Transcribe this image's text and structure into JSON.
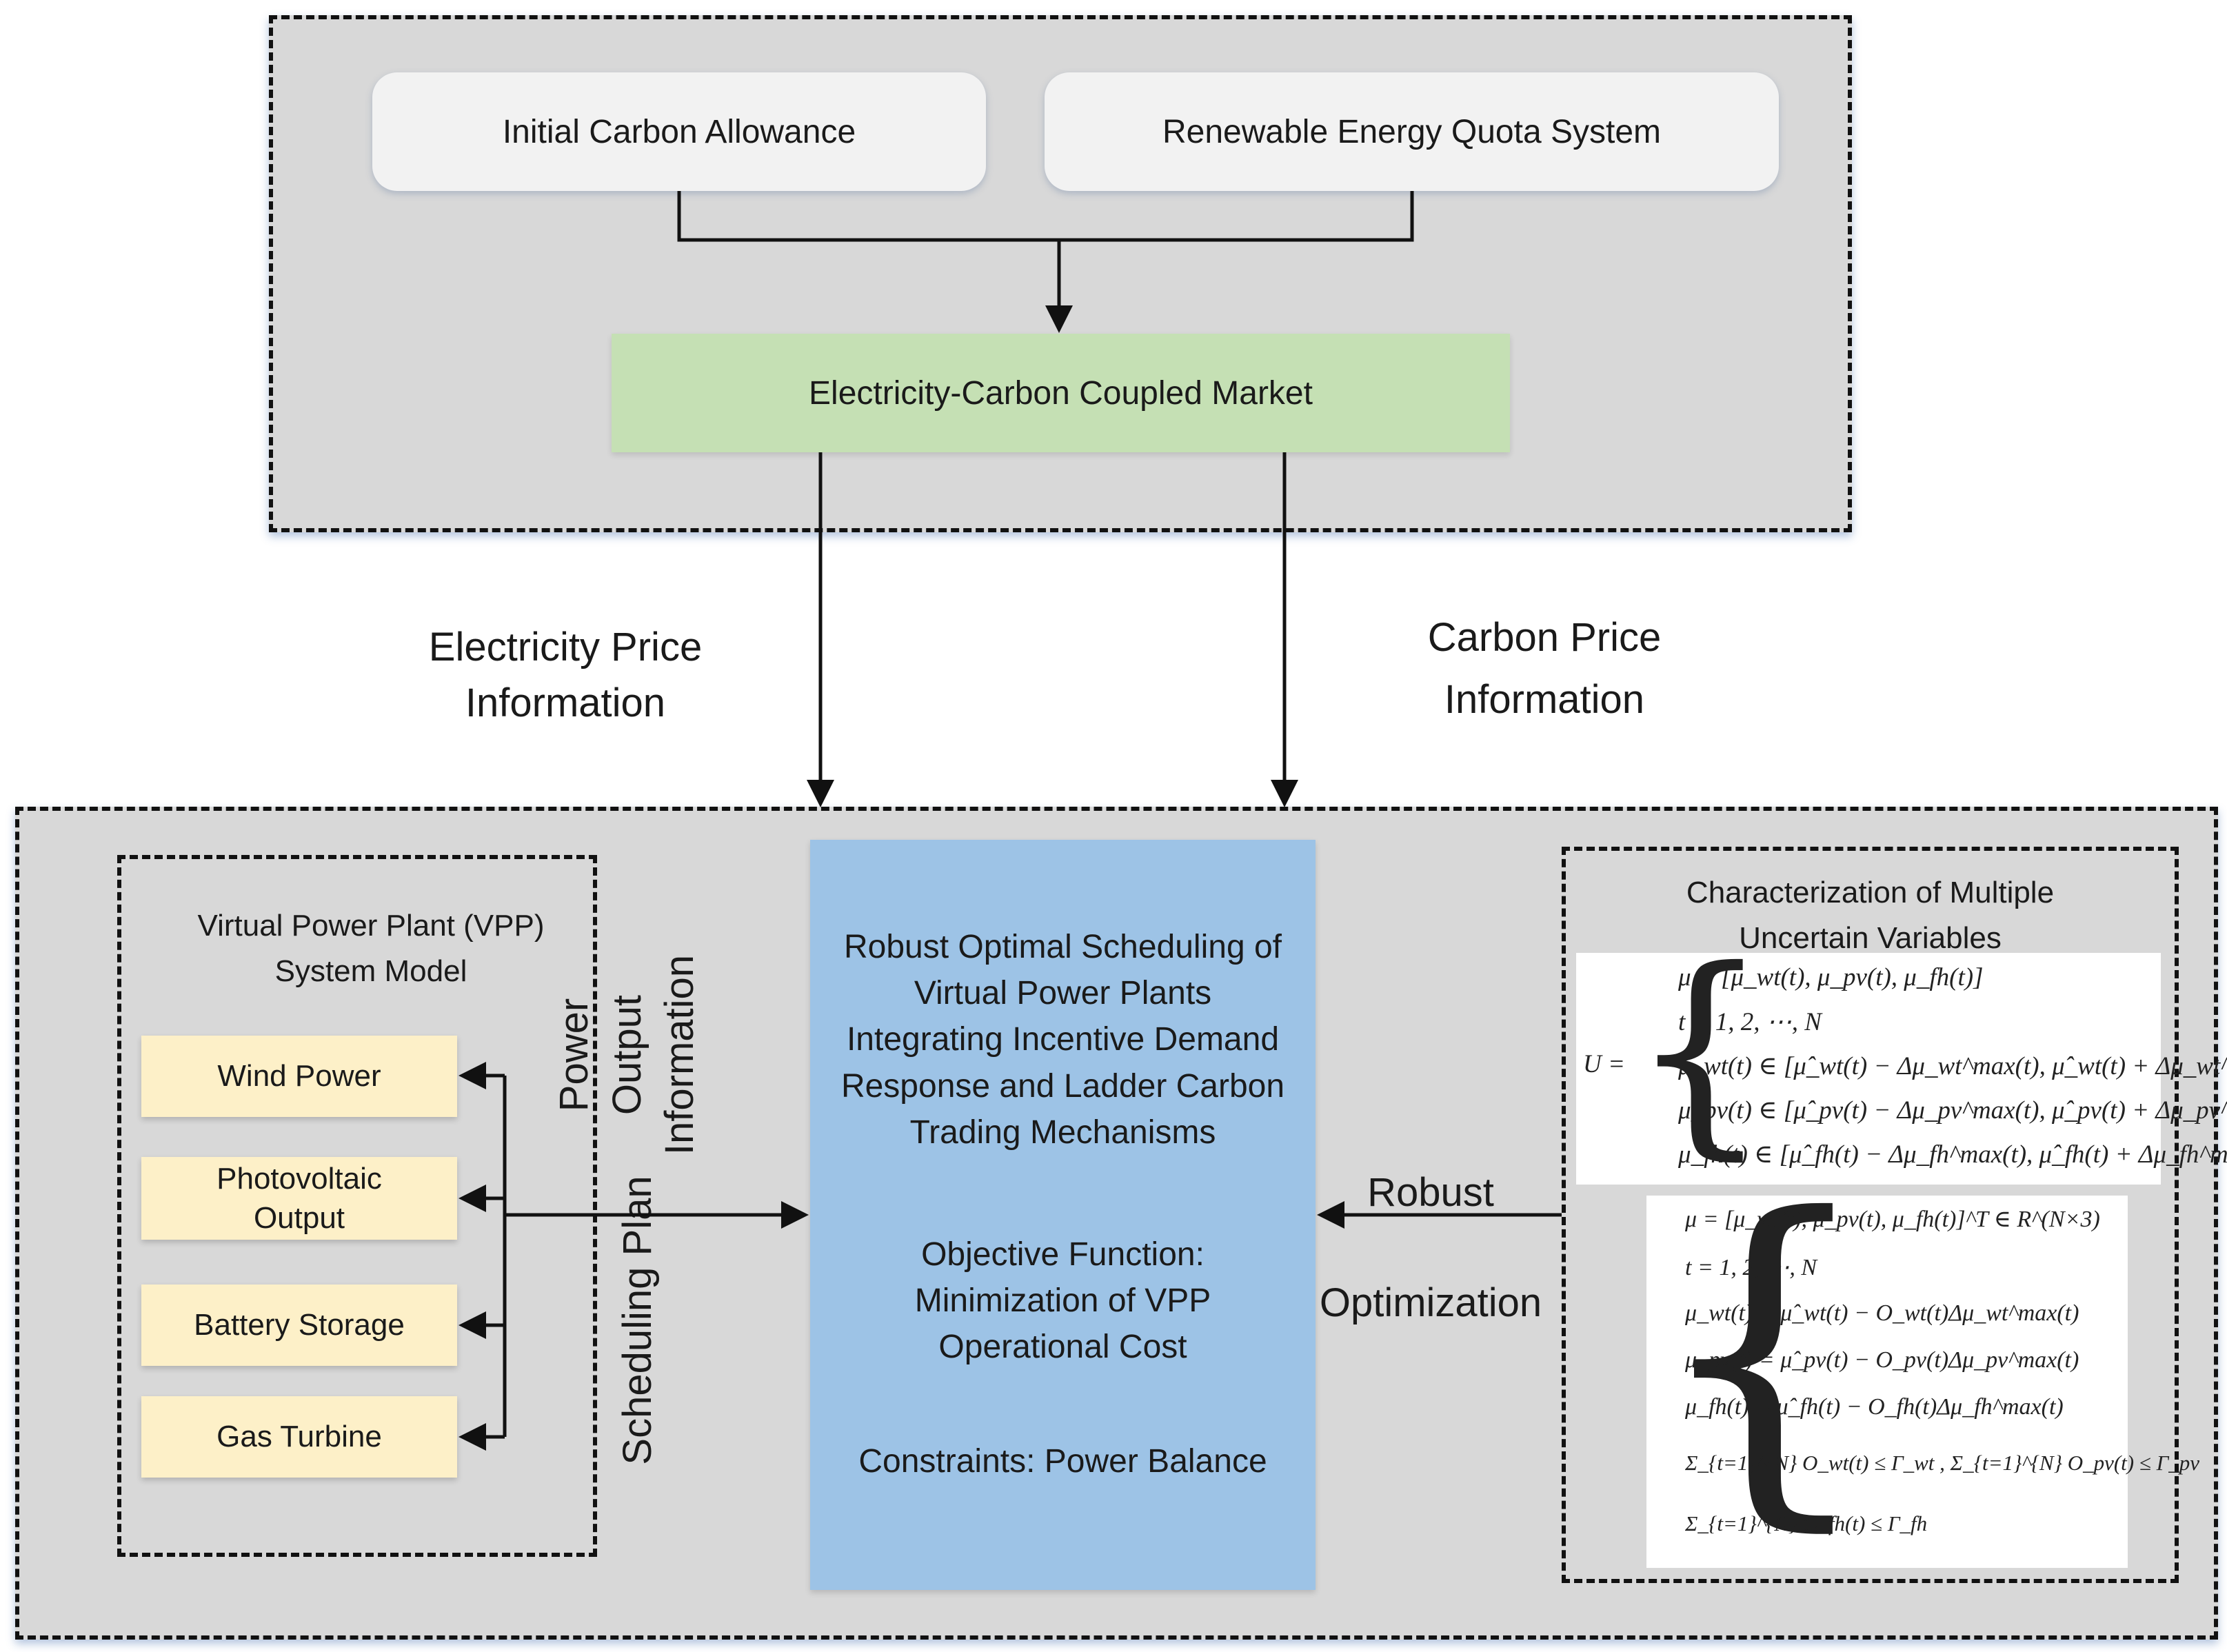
{
  "top_group": {
    "initial_carbon_allowance": "Initial Carbon Allowance",
    "renewable_quota": "Renewable Energy Quota System",
    "coupled_market": "Electricity-Carbon Coupled Market"
  },
  "flow_labels": {
    "electricity_price": [
      "Electricity Price",
      "Information"
    ],
    "carbon_price": [
      "Carbon Price",
      "Information"
    ],
    "power_output": [
      "Power",
      "Output",
      "Information"
    ],
    "scheduling_plan": "Scheduling Plan",
    "robust_optimization": [
      "Robust",
      "Optimization"
    ]
  },
  "vpp_model": {
    "title": [
      "Virtual Power Plant (VPP)",
      "System Model"
    ],
    "components": [
      {
        "label": [
          "Wind Power"
        ]
      },
      {
        "label": [
          "Photovoltaic",
          "Output"
        ]
      },
      {
        "label": [
          "Battery Storage"
        ]
      },
      {
        "label": [
          "Gas Turbine"
        ]
      }
    ]
  },
  "central_model": {
    "title_lines": [
      "Robust Optimal Scheduling of",
      "Virtual Power Plants",
      "Integrating Incentive Demand",
      "Response and Ladder Carbon",
      "Trading Mechanisms"
    ],
    "objective_lines": [
      "Objective Function:",
      "Minimization of VPP",
      "Operational Cost"
    ],
    "constraints": "Constraints: Power Balance"
  },
  "uncertainty": {
    "title": [
      "Characterization of Multiple",
      "Uncertain Variables"
    ],
    "set1_lhs": "U =",
    "set1": [
      "μ = [μ_wt(t), μ_pv(t), μ_fh(t)]",
      "t = 1, 2, ⋯, N",
      "μ_wt(t) ∈ [μ̂_wt(t) − Δμ_wt^max(t), μ̂_wt(t) + Δμ_wt^max(t)]",
      "μ_pv(t) ∈ [μ̂_pv(t) − Δμ_pv^max(t), μ̂_pv(t) + Δμ_pv^max(t)]",
      "μ_fh(t) ∈ [μ̂_fh(t) − Δμ_fh^max(t), μ̂_fh(t) + Δμ_fh^max(t)]"
    ],
    "set2": [
      "μ = [μ_wt(t), μ_pv(t), μ_fh(t)]^T ∈ R^(N×3)",
      "t = 1, 2, ⋯, N",
      "μ_wt(t) = μ̂_wt(t) − O_wt(t)Δμ_wt^max(t)",
      "μ_pv(t) = μ̂_pv(t) − O_pv(t)Δμ_pv^max(t)",
      "μ_fh(t) = μ̂_fh(t) − O_fh(t)Δμ_fh^max(t)",
      "Σ_{t=1}^{N} O_wt(t) ≤ Γ_wt , Σ_{t=1}^{N} O_pv(t) ≤ Γ_pv",
      "Σ_{t=1}^{N} O_fh(t) ≤ Γ_fh"
    ]
  }
}
